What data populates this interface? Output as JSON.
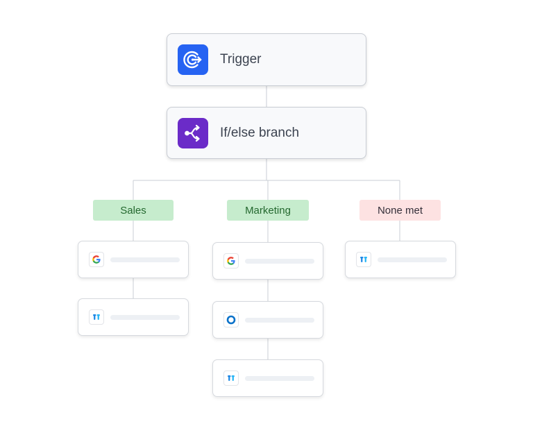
{
  "nodes": {
    "trigger": {
      "label": "Trigger",
      "icon": "trigger-target-icon",
      "color": "#2663f2"
    },
    "branch": {
      "label": "If/else branch",
      "icon": "branch-split-icon",
      "color": "#6b2bc8"
    }
  },
  "branches": [
    {
      "label": "Sales",
      "style": "success",
      "steps": [
        "google-logo-icon",
        "microsoft-teams-logo-icon"
      ]
    },
    {
      "label": "Marketing",
      "style": "success",
      "steps": [
        "google-logo-icon",
        "circle-app-logo-icon",
        "microsoft-teams-logo-icon"
      ]
    },
    {
      "label": "None met",
      "style": "danger",
      "steps": [
        "microsoft-teams-logo-icon"
      ]
    }
  ],
  "colors": {
    "connector": "#c9cdd4",
    "success_badge_bg": "#c6eccd",
    "success_badge_text": "#24682f",
    "danger_badge_bg": "#fde2e2",
    "placeholder_bar": "#edf0f4"
  }
}
